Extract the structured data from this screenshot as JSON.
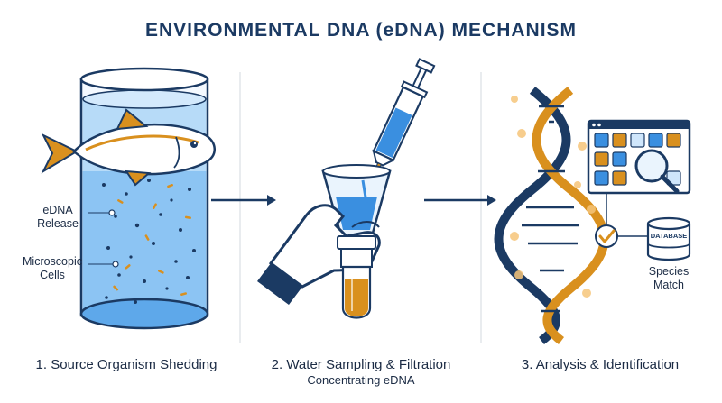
{
  "title": "ENVIRONMENTAL DNA (eDNA) MECHANISM",
  "colors": {
    "navy": "#1b3a63",
    "accent_orange": "#d9901e",
    "water_blue": "#3a8fe0",
    "light_blue": "#cfe6fb"
  },
  "steps": [
    {
      "caption": "1. Source Organism Shedding",
      "labels": {
        "edna_release": [
          "eDNA",
          "Release"
        ],
        "microscopic_cells": [
          "Microscopic",
          "Cells"
        ]
      }
    },
    {
      "caption": "2. Water Sampling & Filtration",
      "subcaption": "Concentrating eDNA"
    },
    {
      "caption": "3. Analysis & Identification",
      "database_label": "DATABASE",
      "species_match": [
        "Species",
        "Match"
      ]
    }
  ],
  "icons": [
    "fish-icon",
    "syringe-icon",
    "funnel-icon",
    "hand-icon",
    "test-tube-icon",
    "dna-helix-icon",
    "computer-window-icon",
    "magnifier-icon",
    "check-icon",
    "database-icon",
    "arrow-right-icon"
  ]
}
